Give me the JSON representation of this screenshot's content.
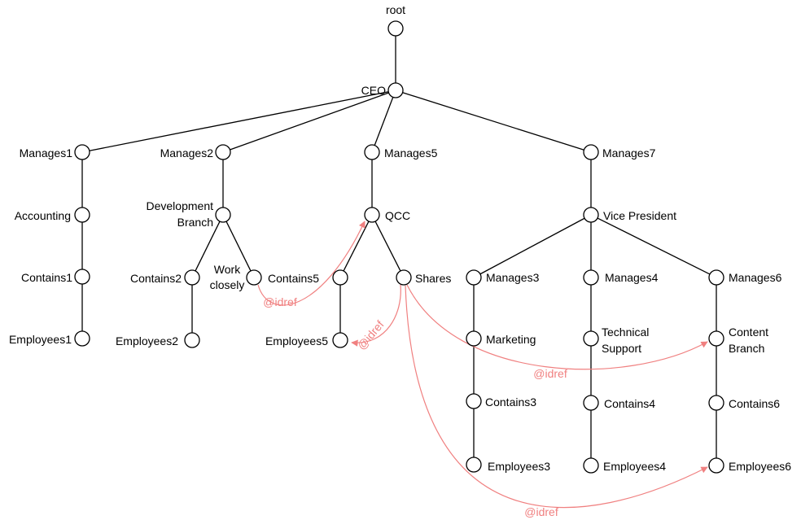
{
  "colors": {
    "tree": "#000000",
    "idref": "#f08080"
  },
  "nodes": [
    {
      "id": "root",
      "label": "root"
    },
    {
      "id": "ceo",
      "label": "CEO"
    },
    {
      "id": "manages1",
      "label": "Manages1"
    },
    {
      "id": "manages2",
      "label": "Manages2"
    },
    {
      "id": "manages5",
      "label": "Manages5"
    },
    {
      "id": "manages7",
      "label": "Manages7"
    },
    {
      "id": "accounting",
      "label": "Accounting"
    },
    {
      "id": "devbranch",
      "label": [
        "Development",
        "Branch"
      ]
    },
    {
      "id": "qcc",
      "label": "QCC"
    },
    {
      "id": "vp",
      "label": "Vice President"
    },
    {
      "id": "contains1",
      "label": "Contains1"
    },
    {
      "id": "contains2",
      "label": "Contains2"
    },
    {
      "id": "workclosely",
      "label": [
        "Work",
        "closely"
      ]
    },
    {
      "id": "contains5",
      "label": "Contains5"
    },
    {
      "id": "shares",
      "label": "Shares"
    },
    {
      "id": "manages3",
      "label": "Manages3"
    },
    {
      "id": "manages4",
      "label": "Manages4"
    },
    {
      "id": "manages6",
      "label": "Manages6"
    },
    {
      "id": "employees1",
      "label": "Employees1"
    },
    {
      "id": "employees2",
      "label": "Employees2"
    },
    {
      "id": "employees5",
      "label": "Employees5"
    },
    {
      "id": "marketing",
      "label": "Marketing"
    },
    {
      "id": "techsupport",
      "label": [
        "Technical",
        "Support"
      ]
    },
    {
      "id": "contentbranch",
      "label": [
        "Content",
        "Branch"
      ]
    },
    {
      "id": "contains3",
      "label": "Contains3"
    },
    {
      "id": "contains4",
      "label": "Contains4"
    },
    {
      "id": "contains6",
      "label": "Contains6"
    },
    {
      "id": "employees3",
      "label": "Employees3"
    },
    {
      "id": "employees4",
      "label": "Employees4"
    },
    {
      "id": "employees6",
      "label": "Employees6"
    }
  ],
  "edges": [
    [
      "root",
      "ceo"
    ],
    [
      "ceo",
      "manages1"
    ],
    [
      "ceo",
      "manages2"
    ],
    [
      "ceo",
      "manages5"
    ],
    [
      "ceo",
      "manages7"
    ],
    [
      "manages1",
      "accounting"
    ],
    [
      "accounting",
      "contains1"
    ],
    [
      "contains1",
      "employees1"
    ],
    [
      "manages2",
      "devbranch"
    ],
    [
      "devbranch",
      "contains2"
    ],
    [
      "devbranch",
      "workclosely"
    ],
    [
      "contains2",
      "employees2"
    ],
    [
      "manages5",
      "qcc"
    ],
    [
      "qcc",
      "contains5"
    ],
    [
      "qcc",
      "shares"
    ],
    [
      "contains5",
      "employees5"
    ],
    [
      "manages7",
      "vp"
    ],
    [
      "vp",
      "manages3"
    ],
    [
      "vp",
      "manages4"
    ],
    [
      "vp",
      "manages6"
    ],
    [
      "manages3",
      "marketing"
    ],
    [
      "marketing",
      "contains3"
    ],
    [
      "contains3",
      "employees3"
    ],
    [
      "manages4",
      "techsupport"
    ],
    [
      "techsupport",
      "contains4"
    ],
    [
      "contains4",
      "employees4"
    ],
    [
      "manages6",
      "contentbranch"
    ],
    [
      "contentbranch",
      "contains6"
    ],
    [
      "contains6",
      "employees6"
    ]
  ],
  "idrefs": [
    {
      "from": "workclosely",
      "to": "qcc",
      "label": "@idref"
    },
    {
      "from": "shares",
      "to": "employees5",
      "label": "@idref"
    },
    {
      "from": "shares",
      "to": "contentbranch",
      "label": "@idref"
    },
    {
      "from": "shares",
      "to": "employees6",
      "label": "@idref"
    }
  ]
}
